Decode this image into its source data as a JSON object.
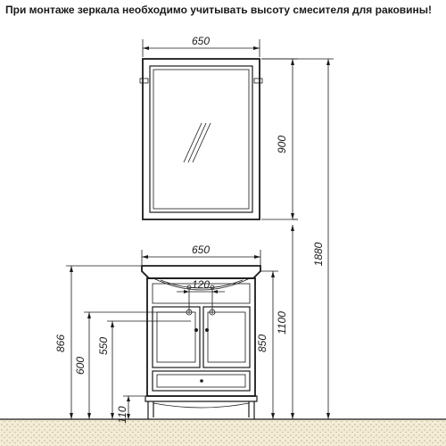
{
  "note": "При монтаже зеркала необходимо учитывать высоту смесителя для раковины!",
  "dimensions": {
    "mirror_width": "650",
    "mirror_height": "900",
    "total_height": "1880",
    "vanity_width": "650",
    "sink_offset": "120",
    "mirror_bottom_height": "1100",
    "vanity_height": "850",
    "top_height": "866",
    "faucet_height": "600",
    "inlet_height": "550",
    "leg_height": "110"
  },
  "colors": {
    "line": "#1a1a1a",
    "floor": "#c8b27a"
  }
}
